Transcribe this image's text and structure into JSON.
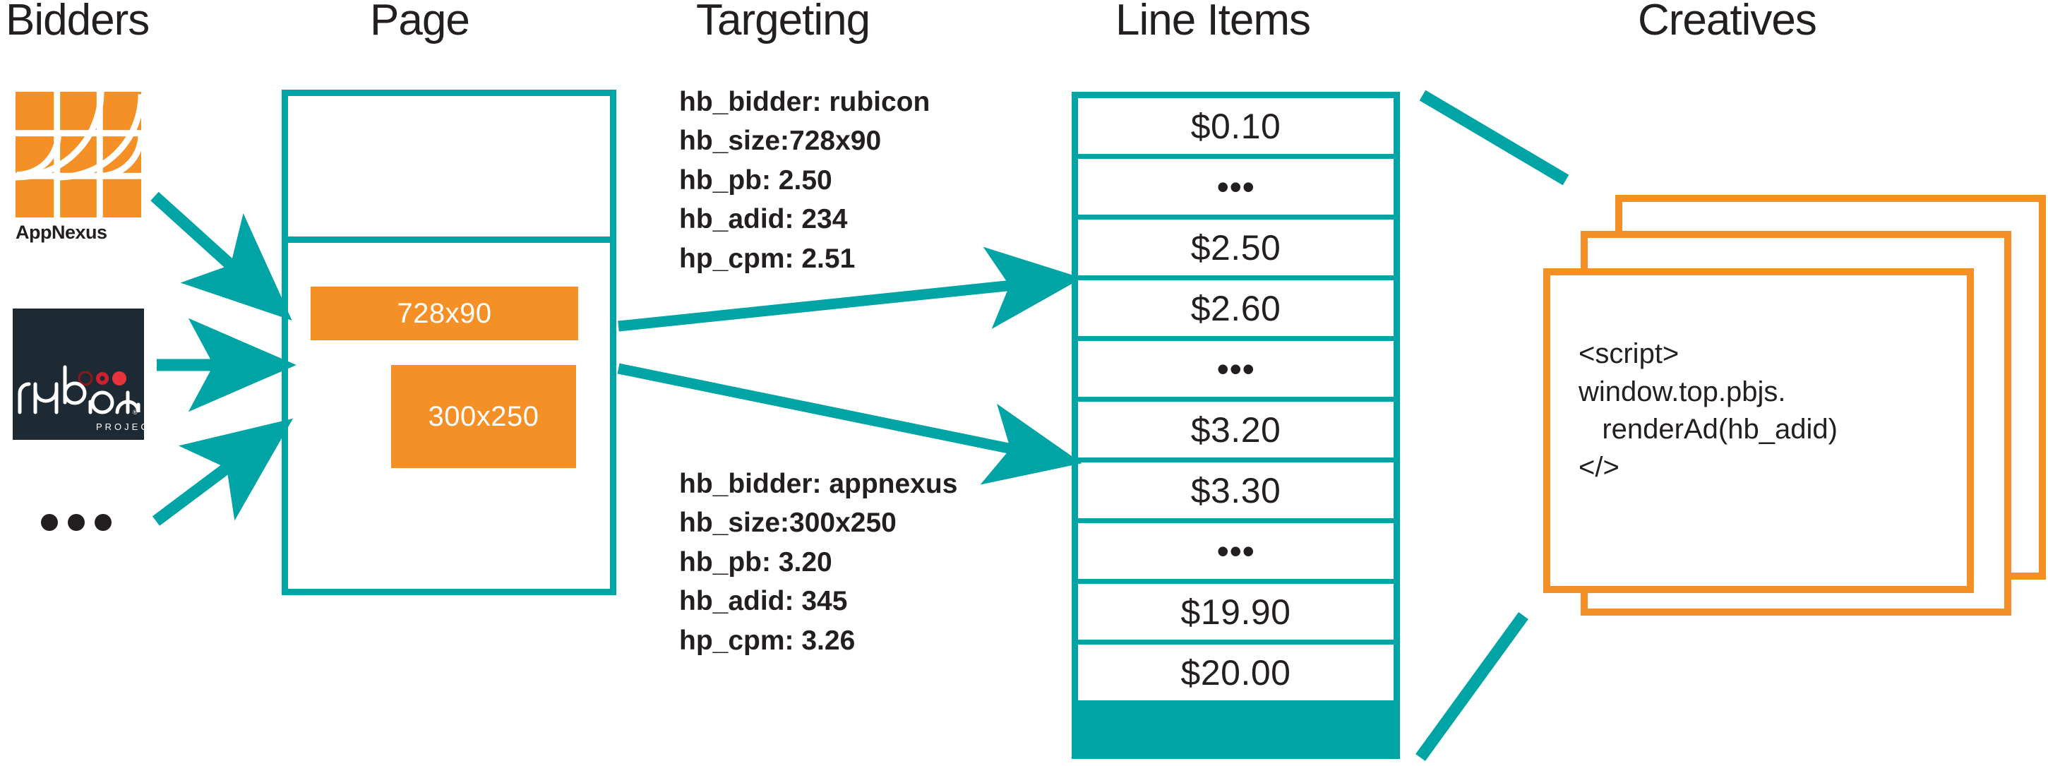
{
  "headings": {
    "bidders": "Bidders",
    "page": "Page",
    "targeting": "Targeting",
    "line_items": "Line Items",
    "creatives": "Creatives"
  },
  "colors": {
    "teal": "#00a4a4",
    "orange": "#f49026",
    "ink": "#231f20",
    "rubicon_navy": "#1e2a33",
    "white": "#ffffff"
  },
  "bidders": {
    "items": [
      {
        "name": "appnexus",
        "label": "AppNexus",
        "logo_icon": "appnexus-logo-icon"
      },
      {
        "name": "rubicon",
        "label": "rubicon project",
        "logo_icon": "rubicon-project-logo-icon"
      },
      {
        "name": "more",
        "label": "...",
        "logo_icon": "ellipsis-icon"
      }
    ]
  },
  "page": {
    "ad_slots": [
      {
        "label": "728x90"
      },
      {
        "label": "300x250"
      }
    ]
  },
  "targeting": {
    "blocks": [
      {
        "id": "targeting-728x90",
        "lines": [
          "hb_bidder: rubicon",
          "hb_size:728x90",
          "hb_pb: 2.50",
          "hb_adid: 234",
          "hp_cpm: 2.51"
        ]
      },
      {
        "id": "targeting-300x250",
        "lines": [
          "hb_bidder: appnexus",
          "hb_size:300x250",
          "hb_pb: 3.20",
          "hb_adid: 345",
          "hp_cpm: 3.26"
        ]
      }
    ]
  },
  "line_items": {
    "rows": [
      {
        "label": "$0.10",
        "type": "value"
      },
      {
        "label": "•••",
        "type": "ellipsis"
      },
      {
        "label": "$2.50",
        "type": "value"
      },
      {
        "label": "$2.60",
        "type": "value"
      },
      {
        "label": "•••",
        "type": "ellipsis"
      },
      {
        "label": "$3.20",
        "type": "value"
      },
      {
        "label": "$3.30",
        "type": "value"
      },
      {
        "label": "•••",
        "type": "ellipsis"
      },
      {
        "label": "$19.90",
        "type": "value"
      },
      {
        "label": "$20.00",
        "type": "value"
      }
    ]
  },
  "creatives": {
    "card_count": 3,
    "code": "<script>\nwindow.top.pbjs.\n   renderAd(hb_adid)\n</>"
  }
}
